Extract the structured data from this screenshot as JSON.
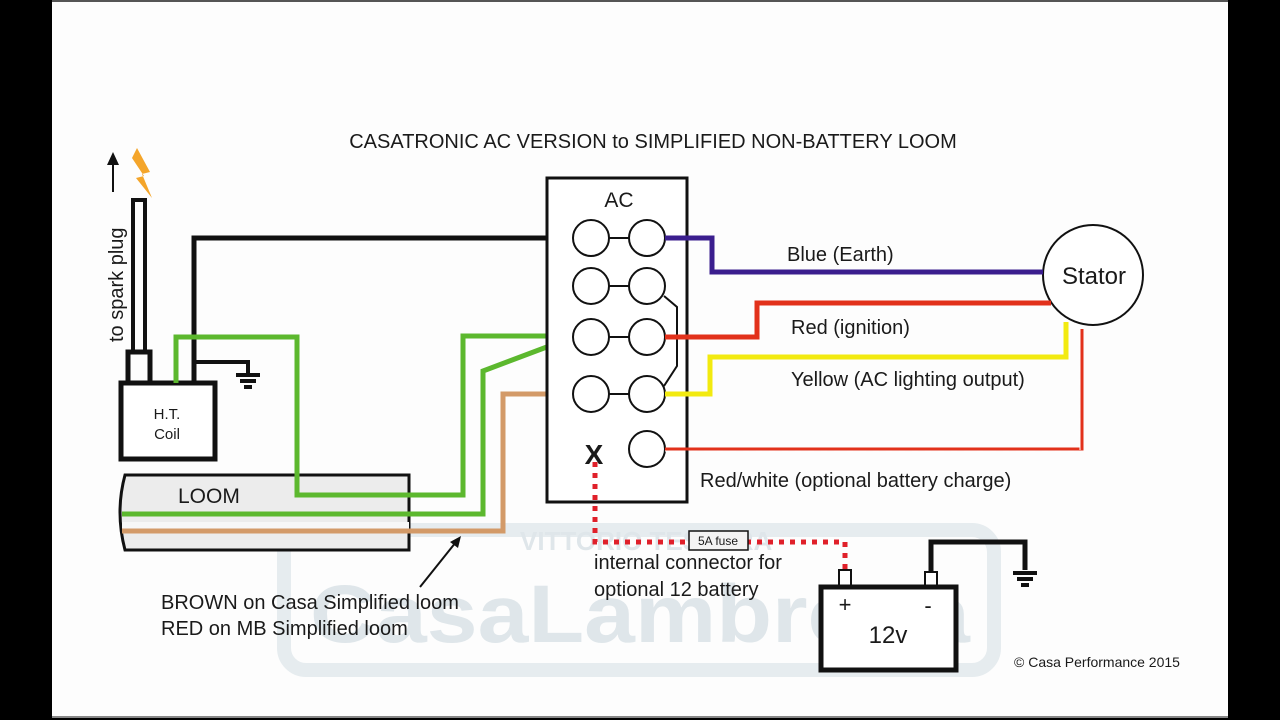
{
  "diagram": {
    "title": "CASATRONIC AC VERSION to SIMPLIFIED NON-BATTERY LOOM",
    "copyright": "© Casa Performance 2015",
    "watermark": {
      "top_text": "VITTORIO TESSERA",
      "logo_text": "CasaLambretta"
    },
    "spark_plug": {
      "label": "to spark plug",
      "arrow_icon": "up-arrow-icon",
      "spark_icon": "lightning-spark-icon"
    },
    "coil": {
      "line1": "H.T.",
      "line2": "Coil"
    },
    "loom": {
      "label": "LOOM"
    },
    "loom_note": {
      "line1": "BROWN on Casa Simplified loom",
      "line2": "RED on MB Simplified loom"
    },
    "ac_unit": {
      "label": "AC",
      "unused_terminal_mark": "X"
    },
    "stator": {
      "label": "Stator"
    },
    "wires": [
      {
        "name": "blue",
        "label": "Blue (Earth)",
        "color": "#3b1e8e"
      },
      {
        "name": "red",
        "label": "Red (ignition)",
        "color": "#e2311b"
      },
      {
        "name": "yellow",
        "label": "Yellow (AC lighting output)",
        "color": "#f2ea10"
      },
      {
        "name": "red-white",
        "label": "Red/white (optional battery charge)",
        "color": "#e2311b"
      },
      {
        "name": "green",
        "label": "",
        "color": "#5cb82e"
      },
      {
        "name": "brown",
        "label": "",
        "color": "#d39a68"
      },
      {
        "name": "black",
        "label": "",
        "color": "#111111"
      }
    ],
    "fuse": {
      "label": "5A fuse"
    },
    "battery_connector_note": {
      "line1": "internal connector for",
      "line2": "optional 12 battery"
    },
    "battery": {
      "voltage": "12v",
      "positive": "+",
      "negative": "-"
    }
  }
}
